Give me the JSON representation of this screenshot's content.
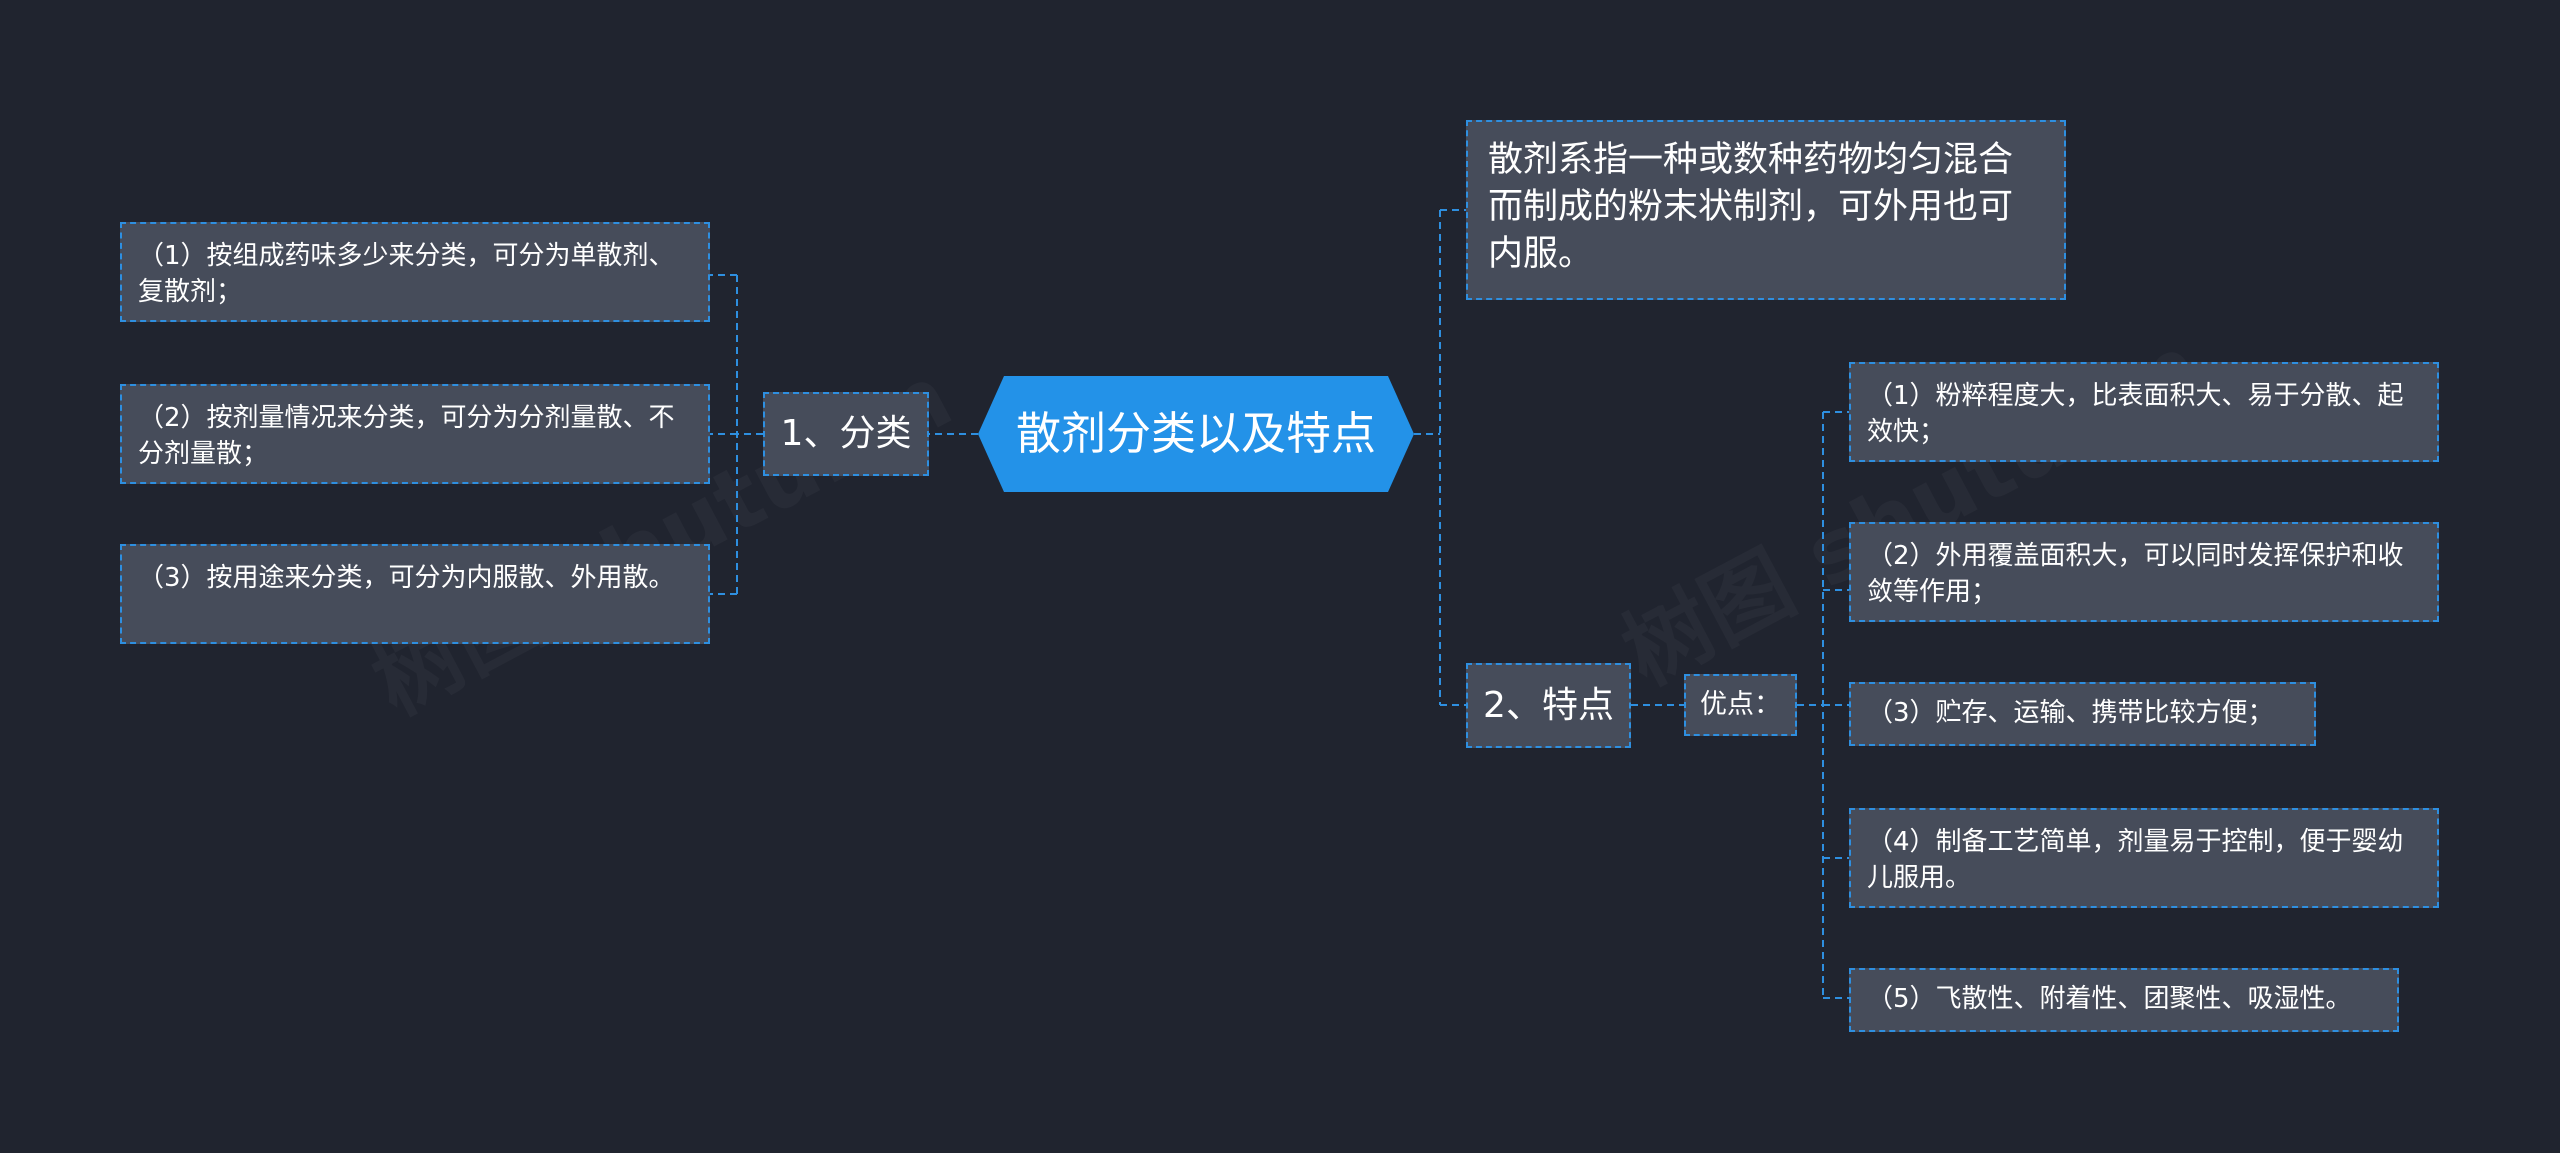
{
  "root": {
    "title": "散剂分类以及特点"
  },
  "left": {
    "branch_label": "1、分类",
    "items": [
      "（1）按组成药味多少来分类，可分为单散剂、复散剂；",
      "（2）按剂量情况来分类，可分为分剂量散、不分剂量散；",
      "（3）按用途来分类，可分为内服散、外用散。"
    ]
  },
  "right": {
    "definition": "散剂系指一种或数种药物均匀混合而制成的粉末状制剂，可外用也可内服。",
    "branch_label": "2、特点",
    "sub_label": "优点：",
    "items": [
      "（1）粉粹程度大，比表面积大、易于分散、起效快；",
      "（2）外用覆盖面积大，可以同时发挥保护和收敛等作用；",
      "（3）贮存、运输、携带比较方便；",
      "（4）制备工艺简单，剂量易于控制，便于婴幼儿服用。",
      "（5）飞散性、附着性、团聚性、吸湿性。"
    ]
  },
  "watermark": {
    "text": "树图 shutu.cn"
  },
  "colors": {
    "background": "#20242f",
    "node_fill": "#464c5a",
    "accent": "#2392e8",
    "connector": "#2e8fe0"
  }
}
